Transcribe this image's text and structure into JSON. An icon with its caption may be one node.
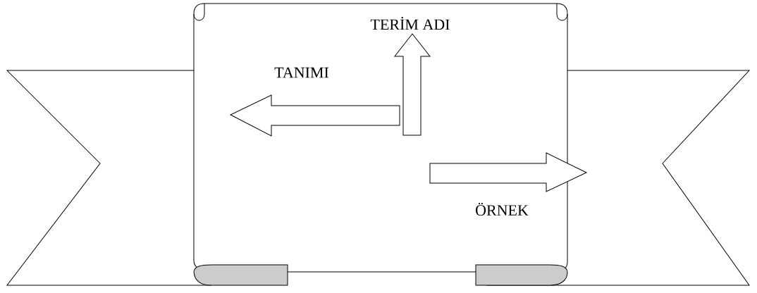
{
  "diagram": {
    "nodes": [
      {
        "text": [
          "TERİM ADI",
          "TANIMI",
          "ÖRNEK"
        ]
      }
    ]
  }
}
